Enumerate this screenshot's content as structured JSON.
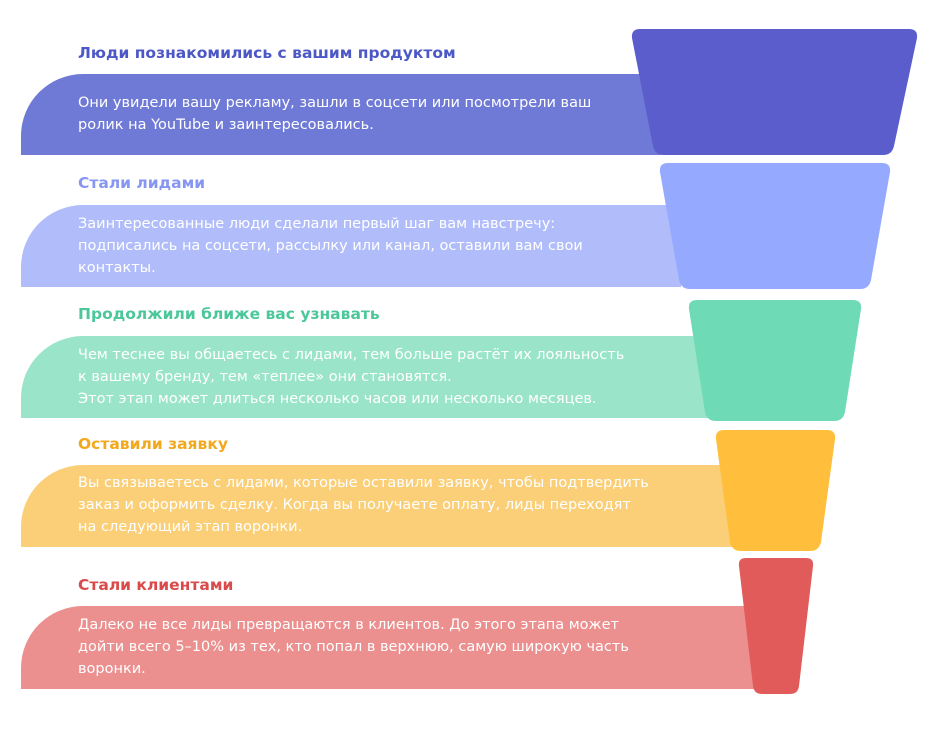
{
  "stages": [
    {
      "title": "Люди познакомились с вашим продуктом",
      "title_color": "#4c58c6",
      "band_color": "#6f79d6",
      "funnel_color": "#5a5dcb",
      "lines": [
        "Они увидели вашу рекламу, зашли в соцсети или посмотрели ваш",
        "ролик на YouTube и заинтересовались."
      ]
    },
    {
      "title": "Стали лидами",
      "title_color": "#8796f2",
      "band_color": "#b1bdfb",
      "funnel_color": "#95a9ff",
      "lines": [
        "Заинтересованные люди сделали первый шаг вам навстречу:",
        "подписались на соцсети, рассылку или канал, оставили вам свои",
        "контакты."
      ]
    },
    {
      "title": "Продолжили ближе вас узнавать",
      "title_color": "#4cc79a",
      "band_color": "#9ae5c9",
      "funnel_color": "#6fdab6",
      "lines": [
        "Чем теснее вы общаетесь с лидами, тем больше растёт их лояльность",
        "к вашему бренду, тем «теплее» они становятся.",
        "Этот этап может длиться несколько часов или несколько месяцев."
      ]
    },
    {
      "title": "Оставили заявку",
      "title_color": "#f2a81c",
      "band_color": "#fbcf78",
      "funnel_color": "#ffbf3c",
      "lines": [
        "Вы связываетесь с лидами, которые оставили заявку, чтобы подтвердить",
        "заказ и оформить сделку. Когда вы получаете оплату, лиды переходят",
        "на следующий этап воронки."
      ]
    },
    {
      "title": "Стали клиентами",
      "title_color": "#d94a4a",
      "band_color": "#ec8f8f",
      "funnel_color": "#e25b5b",
      "lines": [
        "Далеко не все лиды превращаются в клиентов. До этого этапа может",
        "дойти всего 5–10% из тех, кто попал в верхнюю, самую широкую часть",
        "воронки."
      ]
    }
  ]
}
